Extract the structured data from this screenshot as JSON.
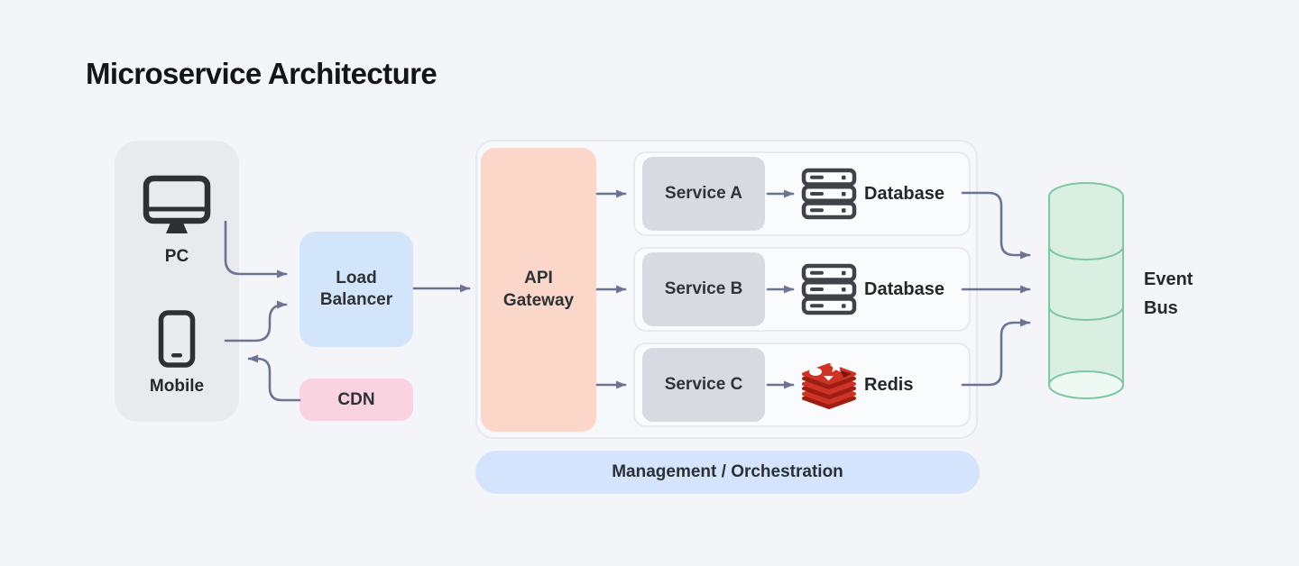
{
  "title": "Microservice Architecture",
  "client_group": {
    "devices": [
      {
        "label": "PC",
        "icon": "desktop-icon"
      },
      {
        "label": "Mobile",
        "icon": "smartphone-icon"
      }
    ]
  },
  "nodes": {
    "load_balancer": {
      "label": "Load Balancer"
    },
    "cdn": {
      "label": "CDN"
    },
    "api_gateway": {
      "label": "API Gateway"
    },
    "management": {
      "label": "Management / Orchestration"
    },
    "event_bus": {
      "label": "Event Bus"
    }
  },
  "service_rows": [
    {
      "service": "Service A",
      "backend": "Database",
      "backend_icon": "server-stack-icon"
    },
    {
      "service": "Service B",
      "backend": "Database",
      "backend_icon": "server-stack-icon"
    },
    {
      "service": "Service C",
      "backend": "Redis",
      "backend_icon": "redis-icon"
    }
  ],
  "colors": {
    "background": "#F4F5F9",
    "client_box": "#E9EAED",
    "load_balancer": "#D3E5FB",
    "cdn": "#F9D3DF",
    "api_gateway": "#FAD7C9",
    "service_box": "#D7DAE1",
    "row_card": "#FAFBFD",
    "management_bar": "#D3E4FC",
    "event_bus_fill": "#D9EFE2",
    "event_bus_stroke": "#7FC7A0",
    "arrow": "#6B7492",
    "icon_dark": "#34373C",
    "redis_red": "#CD3327"
  }
}
